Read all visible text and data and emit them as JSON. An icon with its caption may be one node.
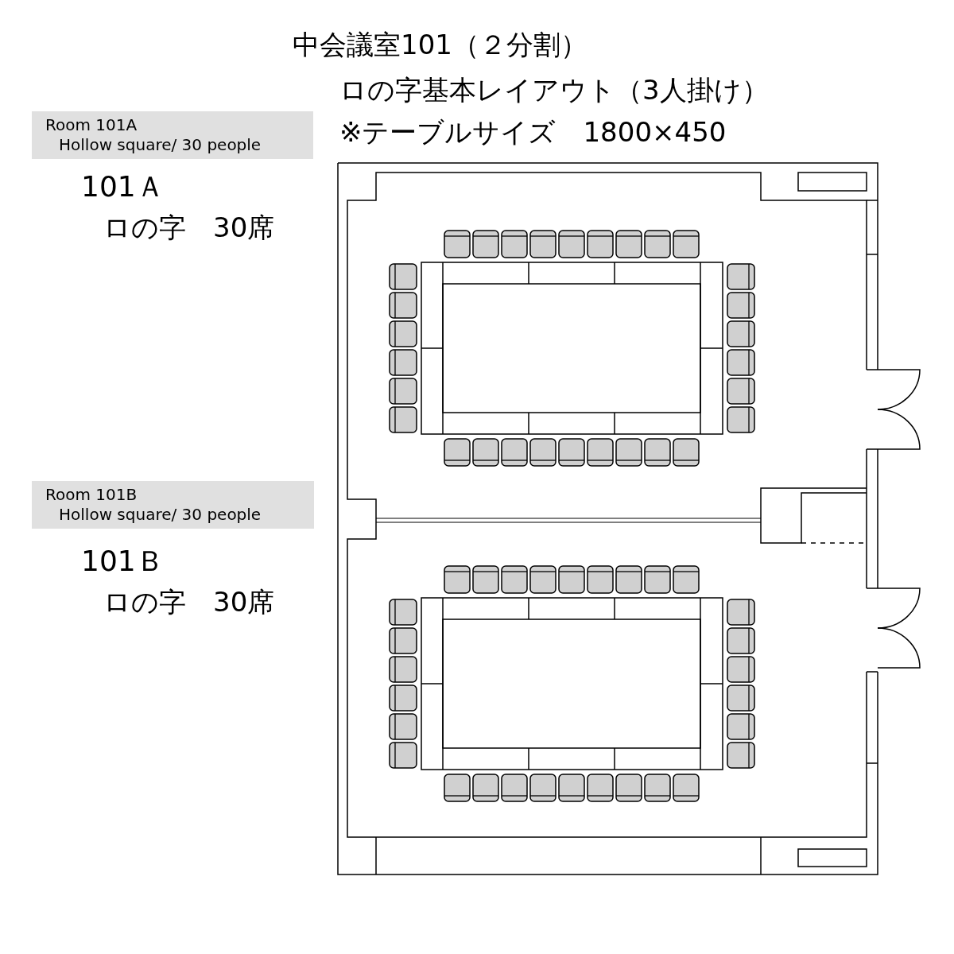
{
  "diagram": {
    "title": "中会議室101（２分割）",
    "nodes": [
      {
        "text": [
          "Room 101A",
          "Hollow square/ 30 people"
        ]
      },
      {
        "text": [
          "Room 101B",
          "Hollow square/ 30 people"
        ]
      }
    ],
    "labels": [
      "ロの字基本レイアウト（3人掛け）",
      "※テーブルサイズ　1800×450",
      "101Ａ",
      "ロの字　30席",
      "101Ｂ",
      "ロの字　30席"
    ]
  }
}
